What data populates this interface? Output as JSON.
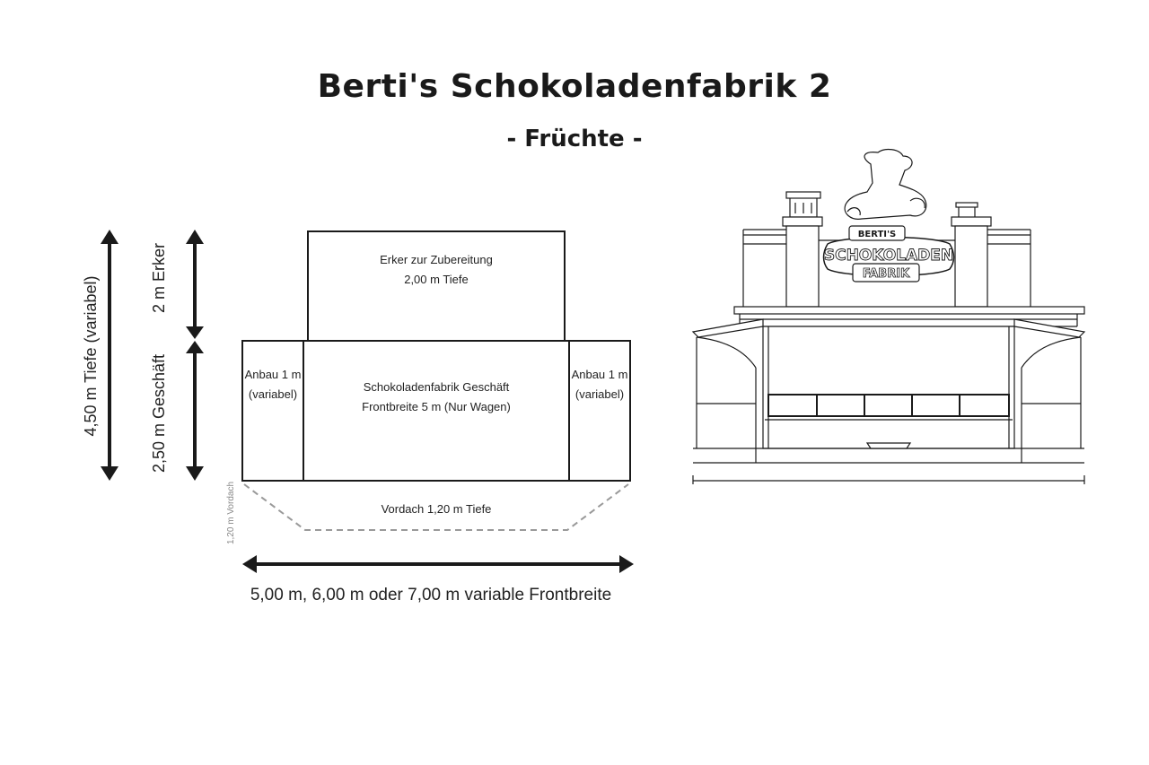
{
  "title": "Berti's Schokoladenfabrik 2",
  "subtitle": "- Früchte -",
  "plan": {
    "erker_line1": "Erker zur Zubereitung",
    "erker_line2": "2,00 m  Tiefe",
    "main_line1": "Schokoladenfabrik Geschäft",
    "main_line2": "Frontbreite 5 m (Nur Wagen)",
    "anbau_left_line1": "Anbau 1 m",
    "anbau_left_line2": "(variabel)",
    "anbau_right_line1": "Anbau 1 m",
    "anbau_right_line2": "(variabel)",
    "vordach": "Vordach 1,20 m Tiefe",
    "vordach_side": "1,20 m Vordach"
  },
  "dimensions": {
    "total_depth": "4,50 m Tiefe (variabel)",
    "erker_depth": "2 m Erker",
    "shop_depth": "2,50 m Geschäft",
    "front_width": "5,00 m,  6,00 m oder 7,00 m variable Frontbreite"
  },
  "logo": {
    "top": "BERTI'S",
    "middle": "SCHOKOLADEN",
    "bottom": "FABRIK"
  },
  "colors": {
    "line": "#1a1a1a",
    "dashed": "#999999",
    "gray_text": "#888888"
  }
}
